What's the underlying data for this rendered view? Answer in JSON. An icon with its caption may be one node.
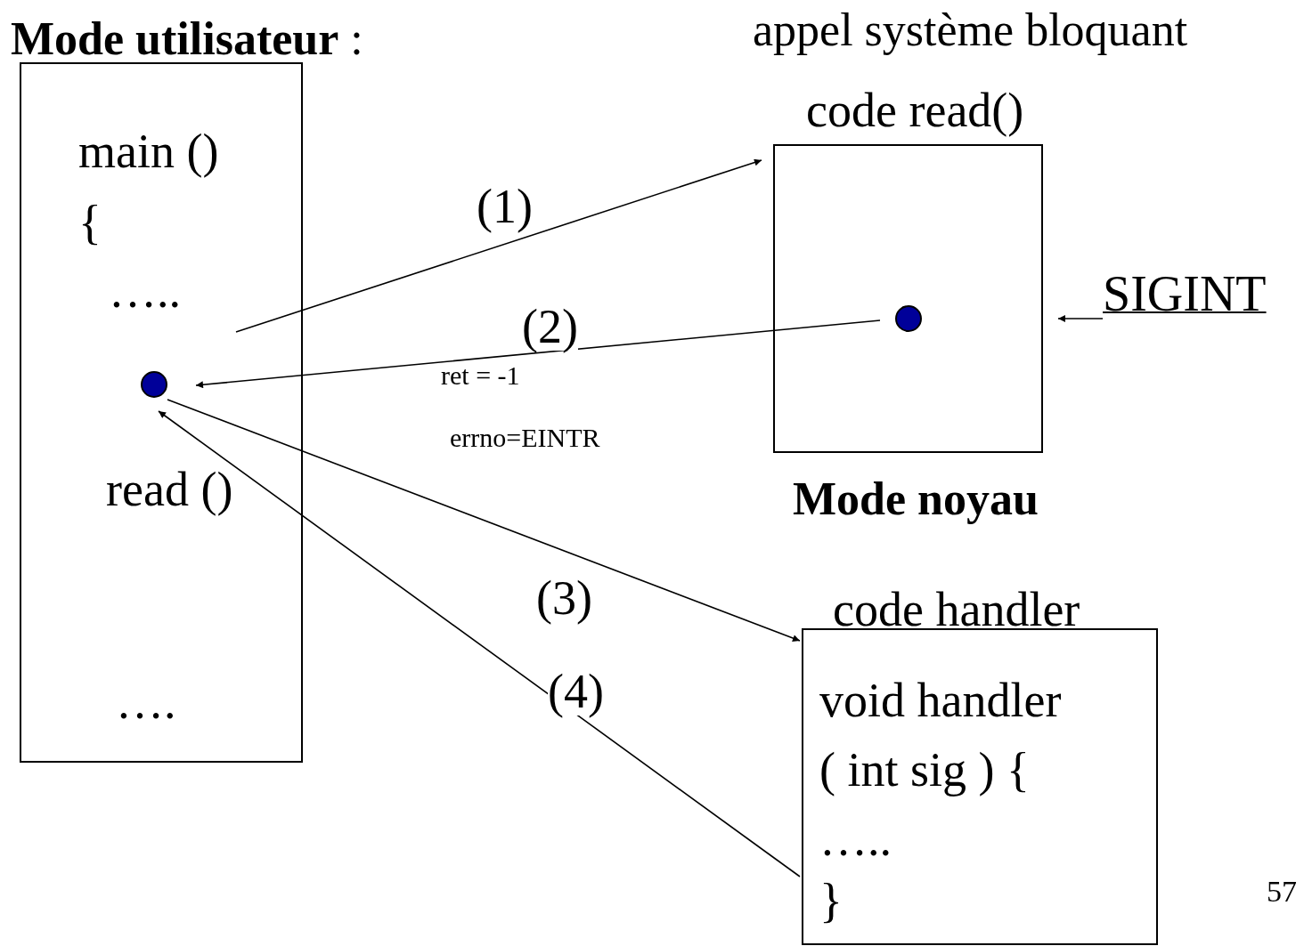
{
  "diagram": {
    "nodes": [
      {
        "text": [
          "**Mode utilisateur** :",
          "main ()",
          "{",
          "…..",
          "read ()",
          "…."
        ]
      },
      {
        "text": [],
        "shape": "circle",
        "in": 0
      },
      {
        "text": [
          "code read()"
        ]
      },
      {
        "text": [],
        "shape": "circle",
        "in": 2
      },
      {
        "text": [
          "code handler",
          "void handler",
          "( int sig ) {",
          "…..",
          "}"
        ]
      },
      {
        "text": [
          "SIGINT"
        ]
      }
    ],
    "edges": [
      {
        "from": 0,
        "to": 2,
        "arrow": "to",
        "label": "(1)"
      },
      {
        "from": 3,
        "to": 1,
        "arrow": "to",
        "label": "(2)"
      },
      {
        "from": 1,
        "to": 4,
        "arrow": "to",
        "label": "(3)"
      },
      {
        "from": 4,
        "to": 1,
        "arrow": "to",
        "label": "(4)"
      },
      {
        "from": 5,
        "to": 2,
        "arrow": "to"
      }
    ],
    "labels": [
      "appel système bloquant",
      "ret = -1",
      "errno=EINTR",
      "Mode noyau",
      "57"
    ]
  }
}
